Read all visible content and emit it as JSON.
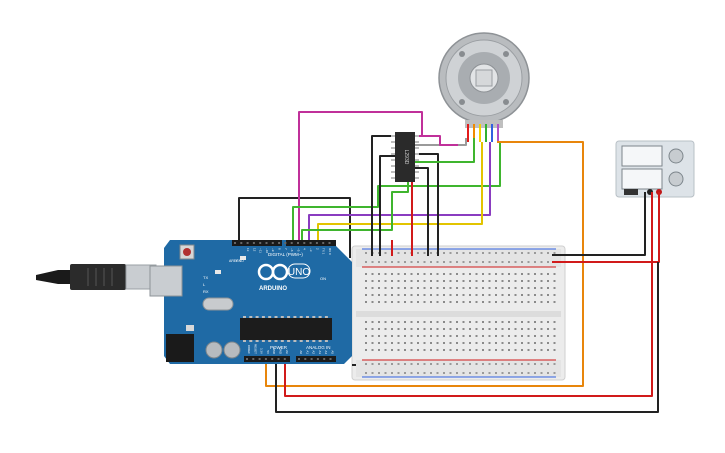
{
  "canvas": {
    "background": "#ffffff"
  },
  "arduino": {
    "logo_text": "ARDUINO",
    "model_text": "UNO",
    "digital_header_label": "DIGITAL (PWM~)",
    "power_label": "POWER",
    "analog_label": "ANALOG IN",
    "aref_label": "AREF",
    "gnd_label": "GND",
    "tx_label": "TX",
    "rx_label": "RX",
    "l_label": "L",
    "on_label": "ON",
    "pin_labels_digital": [
      "13",
      "12",
      "~11",
      "~10",
      "~9",
      "8",
      "7",
      "~6",
      "~5",
      "4",
      "~3",
      "2",
      "TX 1",
      "RX 0"
    ],
    "pin_labels_power": [
      "IOREF",
      "RESET",
      "3.3V",
      "5V",
      "GND",
      "GND",
      "Vin"
    ],
    "pin_labels_analog": [
      "A0",
      "A1",
      "A2",
      "A3",
      "A4",
      "A5"
    ],
    "board_color": "#1f6aa5"
  },
  "driver_ic": {
    "label": "L293D"
  },
  "motor": {
    "wire_colors": [
      "#e31b1b",
      "#f08a00",
      "#f5d300",
      "#30b030",
      "#3060e0",
      "#b050c8"
    ]
  },
  "power_supply": {
    "body_color": "#dde3e8"
  },
  "wire_colors": {
    "black": "#222222",
    "red": "#d11a1a",
    "orange": "#e8860c",
    "green": "#3fb52e",
    "magenta": "#c0309a",
    "purple": "#8a3cc0",
    "yellow": "#e2c400",
    "gray": "#9a9a9a"
  }
}
